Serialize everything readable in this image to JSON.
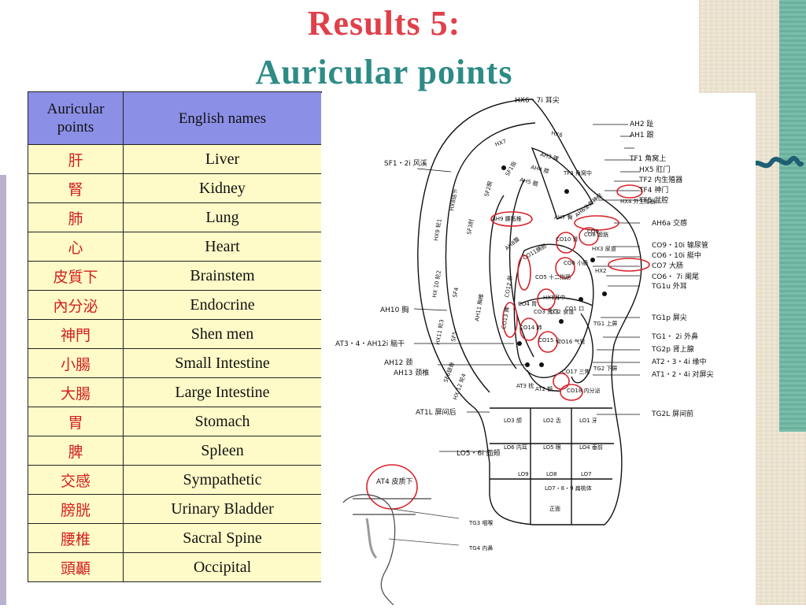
{
  "slide": {
    "title_line1": "Results 5:",
    "title_line2": "Auricular points"
  },
  "table": {
    "headers": [
      "Auricular points",
      "English names"
    ],
    "rows": [
      {
        "zh": "肝",
        "en": "Liver"
      },
      {
        "zh": "腎",
        "en": "Kidney"
      },
      {
        "zh": "肺",
        "en": "Lung"
      },
      {
        "zh": "心",
        "en": "Heart"
      },
      {
        "zh": "皮質下",
        "en": "Brainstem"
      },
      {
        "zh": "內分泌",
        "en": "Endocrine"
      },
      {
        "zh": "神門",
        "en": "Shen men"
      },
      {
        "zh": "小腸",
        "en": "Small Intestine"
      },
      {
        "zh": "大腸",
        "en": "Large Intestine"
      },
      {
        "zh": "胃",
        "en": "Stomach"
      },
      {
        "zh": "脾",
        "en": "Spleen"
      },
      {
        "zh": "交感",
        "en": "Sympathetic"
      },
      {
        "zh": "膀胱",
        "en": "Urinary Bladder"
      },
      {
        "zh": "腰椎",
        "en": "Sacral Spine"
      },
      {
        "zh": "頭顳",
        "en": "Occipital"
      }
    ]
  },
  "diagram": {
    "right_labels": [
      "HX6・7i 耳尖",
      "AH2 趾",
      "AH1 跟",
      "TF1 角窝上",
      "HX5 肛门",
      "TF2 内生殖器",
      "TF4 神门",
      "TF5 盆腔",
      "AH6a 交感",
      "CO9・10i 输尿管",
      "CO6・10i 艇中",
      "CO7 大肠",
      "CO6・ 7i 阑尾",
      "TG1u 外耳",
      "TG1p 屏尖",
      "TG1・ 2i 外鼻",
      "TG2p 肾上腺",
      "AT2・3・4i 缘中",
      "AT1・2・4i 对屏尖",
      "TG2L 屏间前"
    ],
    "left_labels": [
      "SF1・2i 风溪",
      "AH10 胸",
      "AT3・4・AH12i 脑干",
      "AH12 颈",
      "AH13 颈椎",
      "AT1L 屏间后",
      "LO5・6i 面颊",
      "AT4 皮质下"
    ],
    "inner_labels": [
      "HX7",
      "HX6",
      "AH3 踝",
      "AH4 膝",
      "AH5 髋",
      "TF3 角窝中",
      "HX4 外生殖器",
      "SF1指",
      "SF2腕",
      "HX8结节",
      "AH6坐骨神经",
      "CO8 膀胱",
      "AH9 腰骶椎",
      "AH7 臀",
      "CO10 肾",
      "CO9",
      "HX9 轮1",
      "SF3肘",
      "HX 10 轮2",
      "SF4",
      "AH8腹",
      "CO11胰胆",
      "HX3 尿道",
      "CO5 十二指肠",
      "CO6 小肠",
      "HX2",
      "CO12 肝",
      "HX1耳中",
      "CO4 胃",
      "CO3 贲门",
      "CO2 食道",
      "CO1 口",
      "HX11 轮3",
      "SF5",
      "AH11 胸椎",
      "CO13 脾",
      "CO14 肺",
      "CO15 心",
      "CO16 气管",
      "TG1 上屏",
      "CO17 三焦",
      "TG2 下屏",
      "SF6锁骨",
      "HX 12 轮4",
      "AT3 枕",
      "AT2 额",
      "CO18 内分泌",
      "LO3 颌",
      "LO2 舌",
      "LO1 牙",
      "LO6 内耳",
      "LO5 眼",
      "LO4 垂前",
      "LO9",
      "LO8",
      "LO7",
      "LO7・8・9 扁桃体",
      "正面",
      "TG3 咽喉",
      "TG4 内鼻"
    ]
  }
}
